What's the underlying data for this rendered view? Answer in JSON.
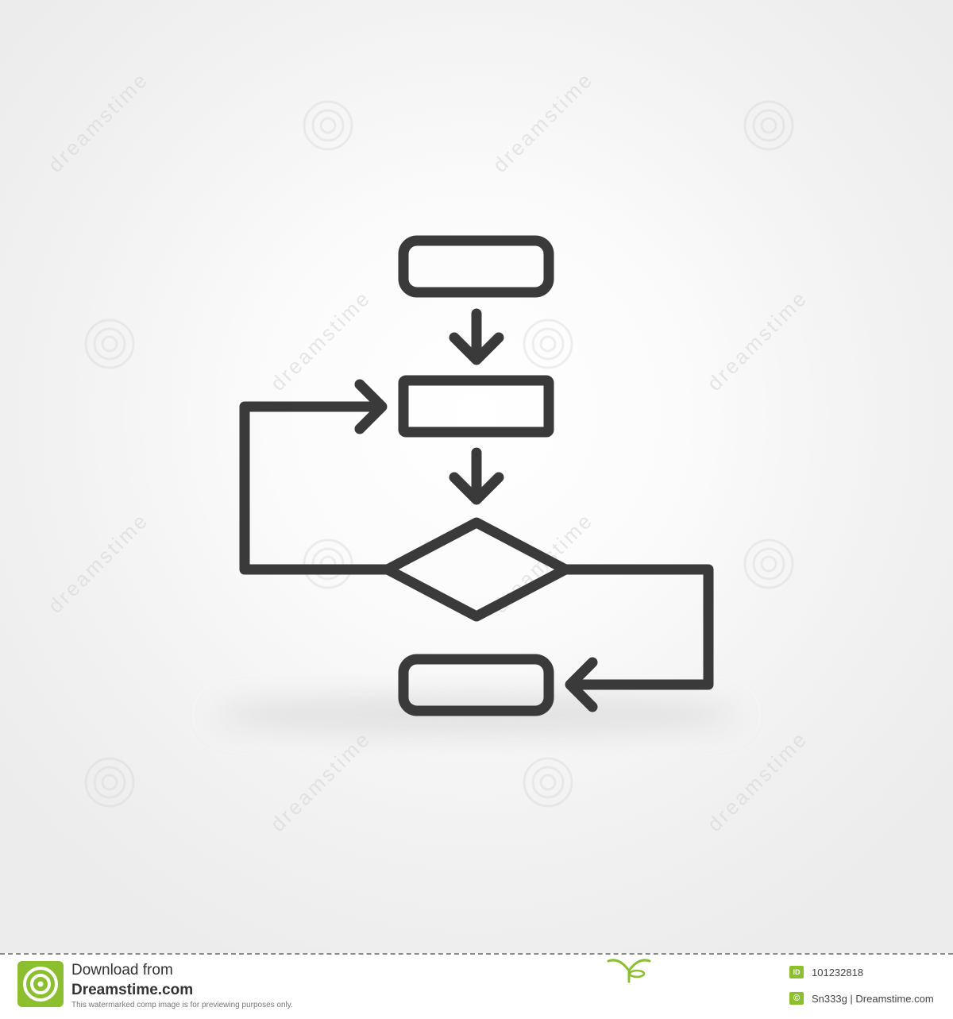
{
  "diagram": {
    "stroke_color": "#3a3a3a",
    "nodes": [
      {
        "id": "start",
        "shape": "rounded-rectangle"
      },
      {
        "id": "process",
        "shape": "rectangle"
      },
      {
        "id": "decision",
        "shape": "diamond"
      },
      {
        "id": "end",
        "shape": "rounded-rectangle"
      }
    ],
    "edges": [
      {
        "from": "start",
        "to": "process"
      },
      {
        "from": "process",
        "to": "decision"
      },
      {
        "from": "decision",
        "to": "process",
        "route": "loop-left"
      },
      {
        "from": "decision",
        "to": "end",
        "route": "loop-right"
      }
    ]
  },
  "watermark": {
    "text": "dreamstime",
    "icon": "spiral-icon"
  },
  "footer": {
    "title": "Download from",
    "brand": "Dreamstime.com",
    "note": "This watermarked comp image is for previewing purposes only.",
    "id_badge": "ID",
    "id_number": "101232818",
    "copyright_symbol": "©",
    "credit": "Sn333g | Dreamstime.com",
    "accent_color": "#8bbf2f"
  }
}
